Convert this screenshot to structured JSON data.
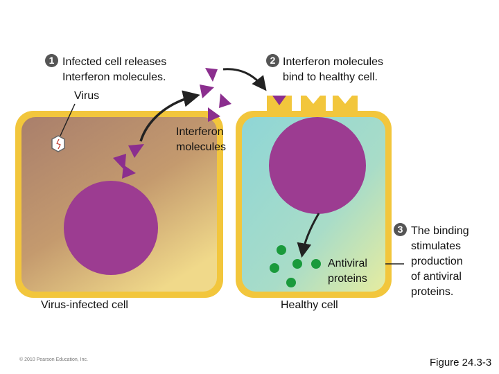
{
  "steps": [
    {
      "number": "1",
      "text": "Infected cell releases\nInterferon molecules."
    },
    {
      "number": "2",
      "text": "Interferon molecules\nbind to healthy cell."
    },
    {
      "number": "3",
      "text": "The binding\nstimulates\nproduction\nof antiviral\nproteins."
    }
  ],
  "labels": {
    "virus": "Virus",
    "interferon": "Interferon\nmolecules",
    "antiviral": "Antiviral\nproteins",
    "infected_cell": "Virus-infected cell",
    "healthy_cell": "Healthy cell"
  },
  "copyright": "© 2010 Pearson Education, Inc.",
  "figure_label": "Figure 24.3-3",
  "colors": {
    "infected_membrane": "#f2c63c",
    "infected_fill_dark": "#a97f6c",
    "infected_fill_light": "#f0d98a",
    "healthy_membrane": "#f2c63c",
    "healthy_fill_blue": "#8fd6d6",
    "healthy_fill_light": "#e6eca0",
    "nucleus": "#9c3c91",
    "interferon": "#8b2e8e",
    "antiviral_protein": "#1a9a3c",
    "arrow": "#222222",
    "step_badge": "#555555"
  },
  "icons": {
    "virus": "hexagon-virus-icon",
    "interferon": "triangle-molecule-icon",
    "receptor": "cup-receptor-icon",
    "antiviral": "circle-protein-icon"
  }
}
